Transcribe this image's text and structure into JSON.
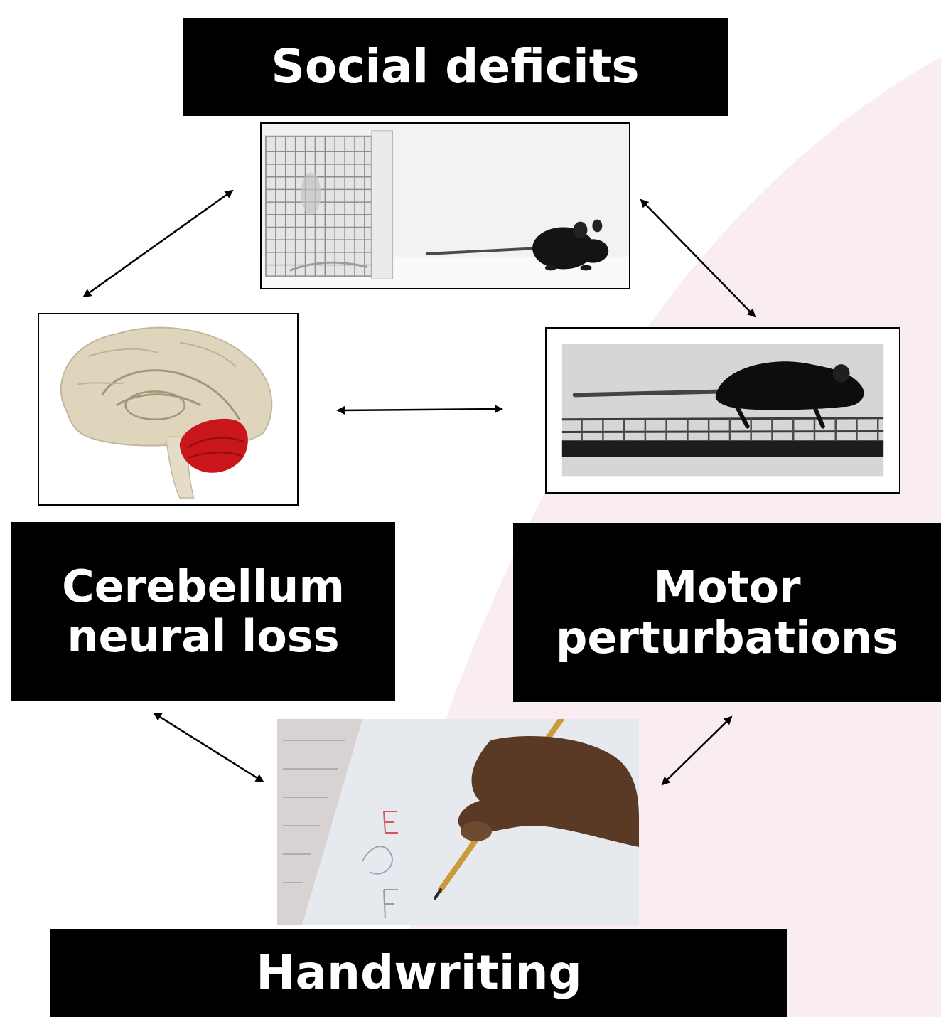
{
  "nodes": {
    "social": {
      "line1": "Social deficits"
    },
    "cerebellum": {
      "line1": "Cerebellum",
      "line2": "neural loss"
    },
    "motor": {
      "line1": "Motor",
      "line2": "perturbations"
    },
    "handwriting": {
      "line1": "Handwriting"
    }
  },
  "icons": {
    "social_photo": "mouse-cage-photo",
    "brain_photo": "brain-cerebellum-illustration",
    "motor_photo": "mouse-ladder-walk-photo",
    "hand_photo": "child-handwriting-photo"
  },
  "colors": {
    "label_bg": "#000000",
    "label_text": "#ffffff",
    "background_accent": "#f9edf1",
    "cerebellum_red": "#c8161b",
    "arrow": "#000000"
  }
}
